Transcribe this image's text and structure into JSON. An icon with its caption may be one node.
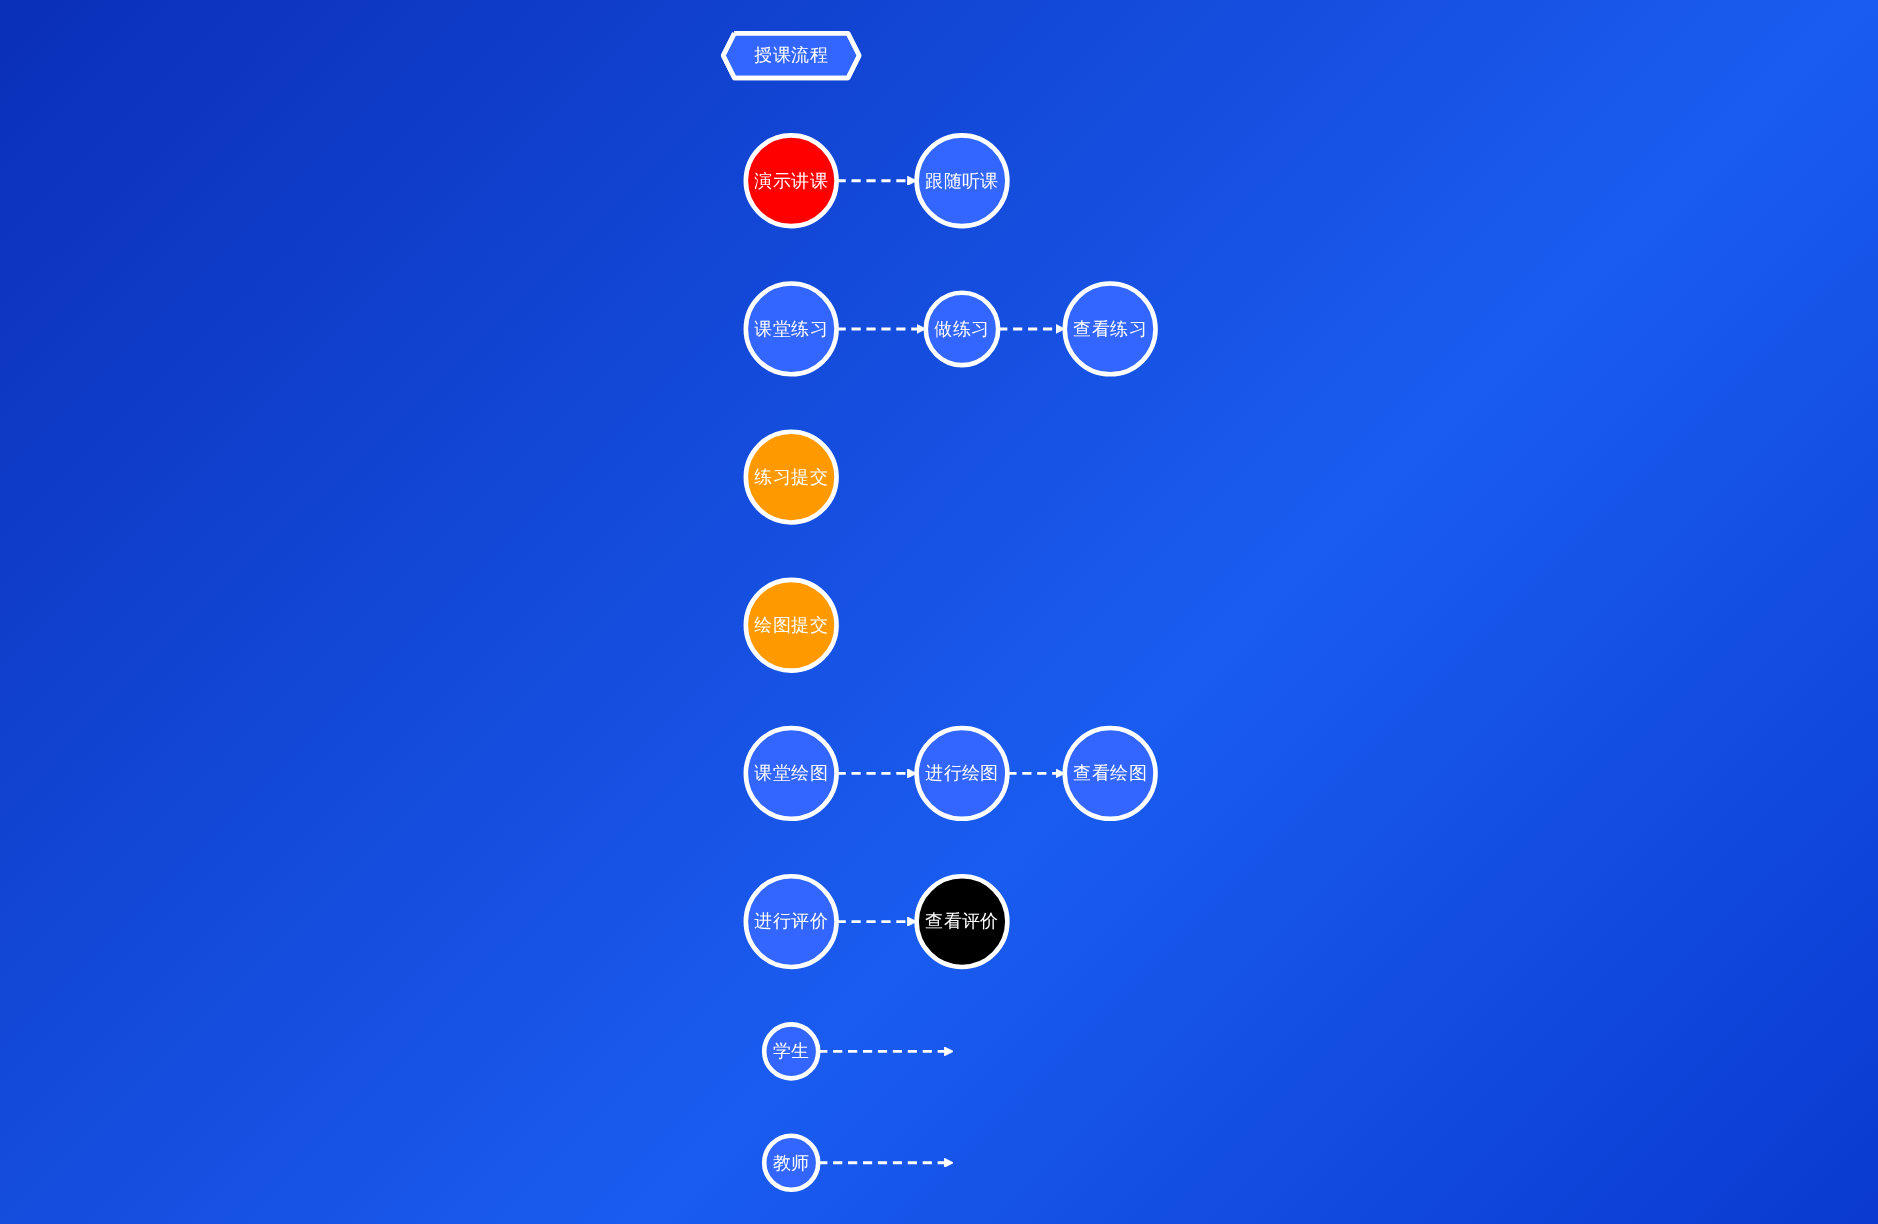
{
  "diagram": {
    "nodes": [
      {
        "text": [
          "授课流程"
        ]
      },
      {
        "text": [
          "学生"
        ]
      },
      {
        "text": [
          "跟随听课"
        ]
      },
      {
        "text": [
          "做练习"
        ]
      },
      {
        "text": [
          "进行绘图"
        ]
      },
      {
        "text": [
          "进行评价"
        ]
      },
      {
        "text": [
          "练习提交"
        ]
      },
      {
        "text": [
          "绘图提交"
        ]
      },
      {
        "text": [
          "教师"
        ]
      },
      {
        "text": [
          "演示讲课"
        ]
      },
      {
        "text": [
          "课堂练习"
        ]
      },
      {
        "text": [
          "查看练习"
        ]
      },
      {
        "text": [
          "课堂绘图"
        ]
      },
      {
        "text": [
          "查看绘图"
        ]
      },
      {
        "text": [
          "查看评价"
        ]
      }
    ],
    "edges": [
      {
        "from": 1,
        "to": null,
        "arrow": "to",
        "style": "dashed"
      },
      {
        "from": 8,
        "to": null,
        "arrow": "to",
        "style": "dashed"
      },
      {
        "from": 9,
        "to": 2,
        "arrow": "to",
        "style": "dashed"
      },
      {
        "from": 10,
        "to": 3,
        "arrow": "to",
        "style": "dashed"
      },
      {
        "from": 3,
        "to": 11,
        "arrow": "to",
        "style": "dashed"
      },
      {
        "from": 12,
        "to": 4,
        "arrow": "to",
        "style": "dashed"
      },
      {
        "from": 4,
        "to": 13,
        "arrow": "to",
        "style": "dashed"
      },
      {
        "from": 5,
        "to": 14,
        "arrow": "to",
        "style": "dashed"
      }
    ]
  }
}
